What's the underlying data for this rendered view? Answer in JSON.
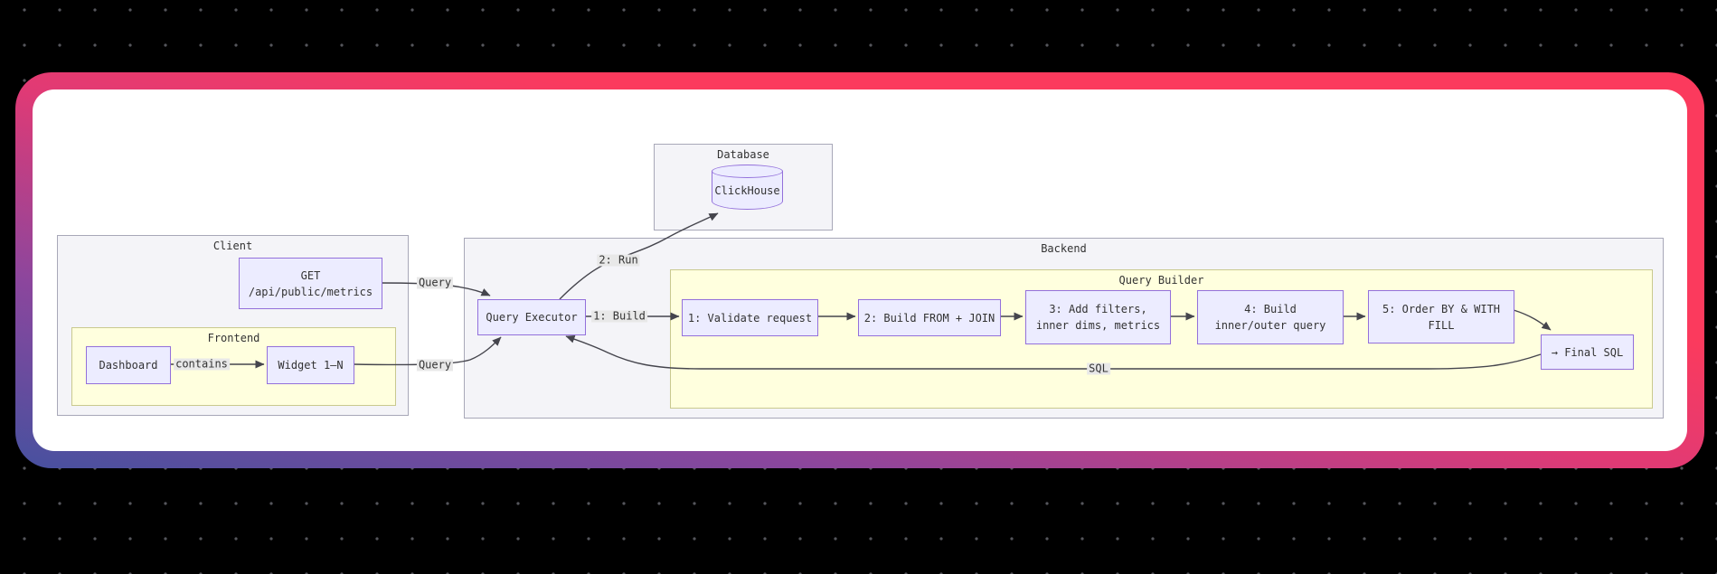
{
  "colors": {
    "gradient_start": "#47519f",
    "gradient_mid": "#8c469d",
    "gradient_end": "#fb3a5d",
    "dot": "#55565c",
    "node_fill": "#ECECFF",
    "node_border": "#9370DB",
    "cluster_gray_fill": "#f4f4f8",
    "cluster_gray_border": "#a8a8b8",
    "cluster_yellow_fill": "#ffffde",
    "cluster_yellow_border": "#c9c98f",
    "edge": "#45454d",
    "edge_label_bg": "#e8e8e8",
    "text": "#333333"
  },
  "diagram": {
    "clusters": {
      "database": {
        "label": "Database"
      },
      "client": {
        "label": "Client"
      },
      "frontend": {
        "label": "Frontend"
      },
      "backend": {
        "label": "Backend"
      },
      "query_builder": {
        "label": "Query Builder"
      }
    },
    "nodes": {
      "clickhouse": {
        "label": "ClickHouse"
      },
      "get_endpoint": {
        "line1": "GET",
        "line2": "/api/public/metrics"
      },
      "dashboard": {
        "label": "Dashboard"
      },
      "widget": {
        "label": "Widget 1–N"
      },
      "query_executor": {
        "label": "Query Executor"
      },
      "step1": {
        "label": "1: Validate request"
      },
      "step2": {
        "label": "2: Build FROM + JOIN"
      },
      "step3": {
        "line1": "3: Add filters,",
        "line2": "inner dims, metrics"
      },
      "step4": {
        "line1": "4: Build",
        "line2": "inner/outer query"
      },
      "step5": {
        "line1": "5: Order BY & WITH",
        "line2": "FILL"
      },
      "final_sql": {
        "label": "→ Final SQL"
      }
    },
    "edge_labels": {
      "contains": "contains",
      "query_top": "Query",
      "query_bottom": "Query",
      "run": "2: Run",
      "build": "1: Build",
      "sql": "SQL"
    }
  }
}
